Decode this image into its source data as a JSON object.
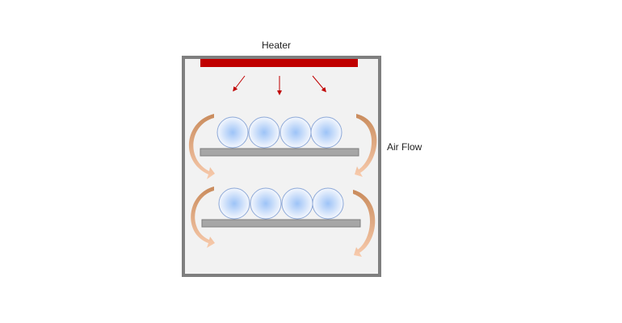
{
  "labels": {
    "heater": "Heater",
    "air_flow": "Air Flow"
  },
  "colors": {
    "chamber_fill": "#f2f2f2",
    "chamber_border": "#7f7f7f",
    "heater": "#c00000",
    "heat_arrow": "#c00000",
    "tray": "#a6a6a6",
    "tray_border": "#7f7f7f",
    "item_center": "#9dc3f7",
    "item_edge": "#f4f7fd",
    "item_border": "#8ea9d8",
    "airflow_light": "#f8cbad",
    "airflow_dark": "#c98b5c"
  },
  "diagram": {
    "heat_arrow_count": 3,
    "trays": [
      {
        "name": "upper-tray",
        "item_count": 4
      },
      {
        "name": "lower-tray",
        "item_count": 4
      }
    ]
  }
}
